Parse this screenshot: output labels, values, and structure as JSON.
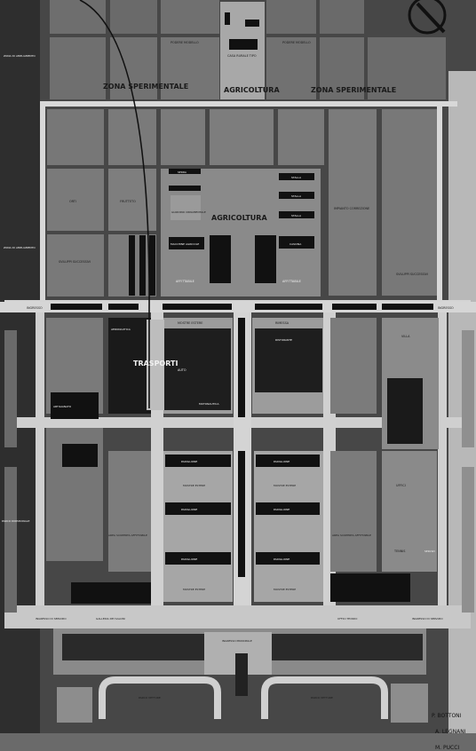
{
  "plan": {
    "big_labels": {
      "zona_left": "ZONA SPERIMENTALE",
      "agricoltura_top": "AGRICOLTURA",
      "zona_right": "ZONA SPERIMENTALE",
      "agricoltura_center": "AGRICOLTURA",
      "trasporti": "TRASPORTI"
    },
    "small_labels": {
      "podere_left": "PODERE MODELLO",
      "casa": "CASA RURALE TIPO",
      "podere_right": "PODERE MODELLO",
      "orti": "ORTI",
      "frutteto": "FRUTTETO",
      "giardino": "GIARDINO ORNAMENTALE",
      "impianto": "IMPIANTO CORREZIONE",
      "sviluppi_left": "SVILUPPI SUCCESSIVI",
      "sviluppi_right": "SVILUPPI SUCCESSIVI",
      "affittabile_left": "AFFITTABILE",
      "affittabile_right": "AFFITTABILE",
      "zona_ampl_left": "ZONA DI AMPLIAMENTO",
      "zona_ampl_left2": "ZONA DI AMPLIAMENTO",
      "ingresso_left": "INGRESSO",
      "ingresso_right": "INGRESSO",
      "mostre_estere": "MOSTRE ESTERE",
      "rimessa": "RIMESSA",
      "aeronautica": "AERONAUTICA",
      "auto": "AUTO",
      "motonautica": "MOTONAUTICA",
      "arte": "ARTIGIANATO",
      "villa": "VILLA",
      "area_scoperta_left": "AREA SCOPERTA AFFITTABILE",
      "area_scoperta_right": "AREA SCOPERTA AFFITTABILE",
      "parco_dir": "PARCO DIREZIONALE",
      "ingresso_servizio_left": "INGRESSO DI SERVIZIO",
      "galleria": "GALLERIA DEI SALONI",
      "uffici": "UFFICI TECNICI",
      "ingresso_servizio_right": "INGRESSO DI SERVIZIO",
      "ingresso_principale": "INGRESSO PRINCIPALE",
      "parco_vetture_left": "PARCO VETTURE",
      "parco_vetture_right": "PARCO VETTURE",
      "pad_1": "PADIGLIONE",
      "pad_2": "PADIGLIONE",
      "pad_3": "PADIGLIONE",
      "pad_4": "PADIGLIONE",
      "pad_5": "PADIGLIONE",
      "pad_6": "PADIGLIONE",
      "mostre_1": "MOSTRE ESTERE",
      "mostre_2": "MOSTRE ESTERE",
      "mostre_3": "MOSTRE ESTERE",
      "mostre_4": "MOSTRE ESTERE",
      "stalla_1": "STALLA",
      "stalla_2": "STALLA",
      "stalla_3": "STALLA",
      "cascina": "CASCINA",
      "serra": "SERRA",
      "macchine": "MACCHINE AGRICOLE",
      "ufficio": "UFFICI",
      "tennis": "TENNIS",
      "ristorante": "RISTORANTE",
      "servizi": "SERVIZI"
    },
    "signatures": [
      "P. BOTTONI",
      "A. LEGNANI",
      "M. PUCCI"
    ],
    "icons": [
      "compass-icon"
    ]
  }
}
